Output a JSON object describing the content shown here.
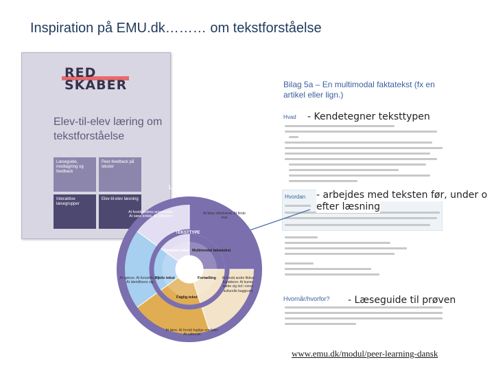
{
  "slide": {
    "title": "Inspiration på EMU.dk……… om tekstforståelse",
    "link": "www.emu.dk/modul/peer-learning-dansk"
  },
  "cover": {
    "logo_top": "RED",
    "logo_bottom": "SKABER",
    "title": "Elev-til-elev læring om tekstforståelse",
    "tiles": [
      "Læseguide, modtagning og feedback",
      "Peer-feedback på tekster",
      "Interaktive læsegrupper",
      "Elev-til-elev læsning"
    ]
  },
  "document": {
    "title": "Bilag 5a – En multimodal faktatekst (fx en artikel eller lign.)",
    "section_hvad": "Hvad",
    "section_hvordan": "Hvordan",
    "section_hvorfor": "Hvornår/hvorfor?"
  },
  "callouts": {
    "kendetegn": "- Kendetegner teksttypen",
    "arbejdes_line1": "- arbejdes med teksten før, under o",
    "arbejdes_line2": "efter læsning",
    "laeseguide": "- Læseguide til prøven"
  },
  "wheel": {
    "outer_label": "LÆSEFORMÅL",
    "inner_label": "TEKSTTYPE",
    "segments": [
      {
        "name": "opinion",
        "outer": "At forstå andres argumenter. At være kritisk. At reflektere",
        "inner": "Opinions tekst",
        "color": "#7b6fae"
      },
      {
        "name": "multimodal",
        "outer": "At blive informeret. At finde svar",
        "inner": "Multimodal faktatekst",
        "color": "#f3e3c9"
      },
      {
        "name": "fortaelling",
        "outer": "At forstå andre fiktive karakterer. At kunne sætte sig ind i vores kulturelle baggrund",
        "inner": "Fortælling",
        "color": "#e1ad53"
      },
      {
        "name": "faglig",
        "outer": "At lære. At forstå faglige områder. At udbrede",
        "inner": "Faglig tekst",
        "color": "#a7cff0"
      },
      {
        "name": "fiktiv",
        "outer": "At opleve. At forestille sig. At identificere sig",
        "inner": "Fiktiv tekst",
        "color": "#e4def2"
      }
    ]
  }
}
